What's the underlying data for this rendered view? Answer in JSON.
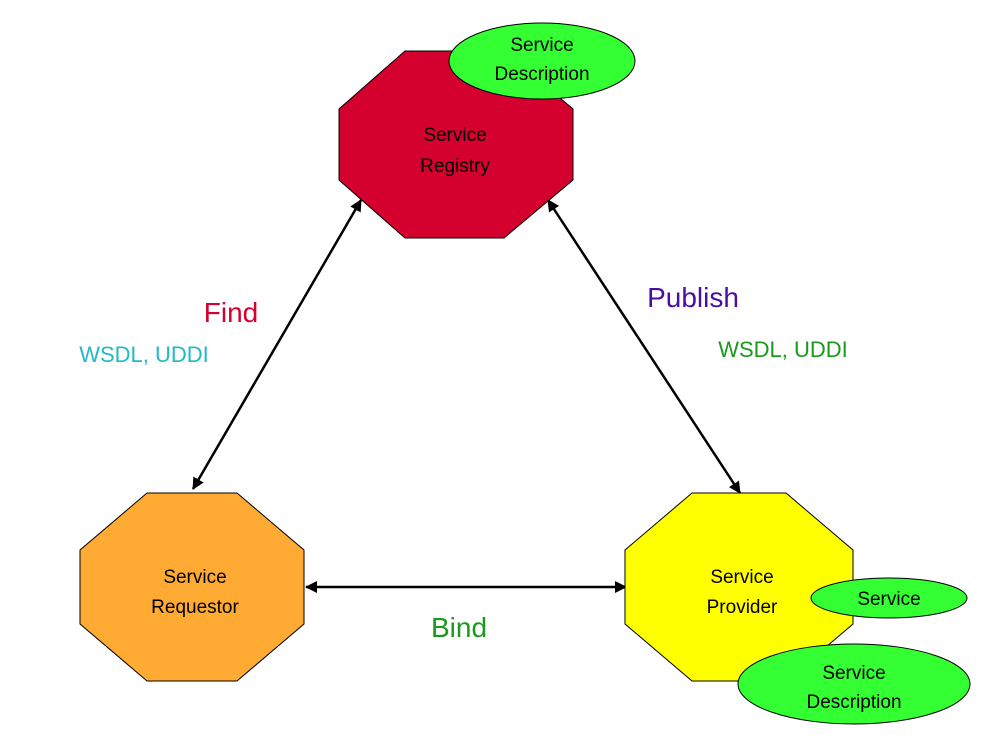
{
  "registry": {
    "line1": "Service",
    "line2": "Registry",
    "fill": "#d4002e"
  },
  "registry_description": {
    "line1": "Service",
    "line2": "Description",
    "fill": "#33ff33"
  },
  "requestor": {
    "line1": "Service",
    "line2": "Requestor",
    "fill": "#ffaa33"
  },
  "provider": {
    "line1": "Service",
    "line2": "Provider",
    "fill": "#ffff00"
  },
  "provider_service": {
    "label": "Service",
    "fill": "#33ff33"
  },
  "provider_description": {
    "line1": "Service",
    "line2": "Description",
    "fill": "#33ff33"
  },
  "find": {
    "label": "Find",
    "color": "#d4002e",
    "protocols": "WSDL, UDDI",
    "protocols_color": "#21b8c8"
  },
  "publish": {
    "label": "Publish",
    "color": "#4b0fa0",
    "protocols": "WSDL, UDDI",
    "protocols_color": "#1a9a1a"
  },
  "bind": {
    "label": "Bind",
    "color": "#1a9a1a"
  }
}
